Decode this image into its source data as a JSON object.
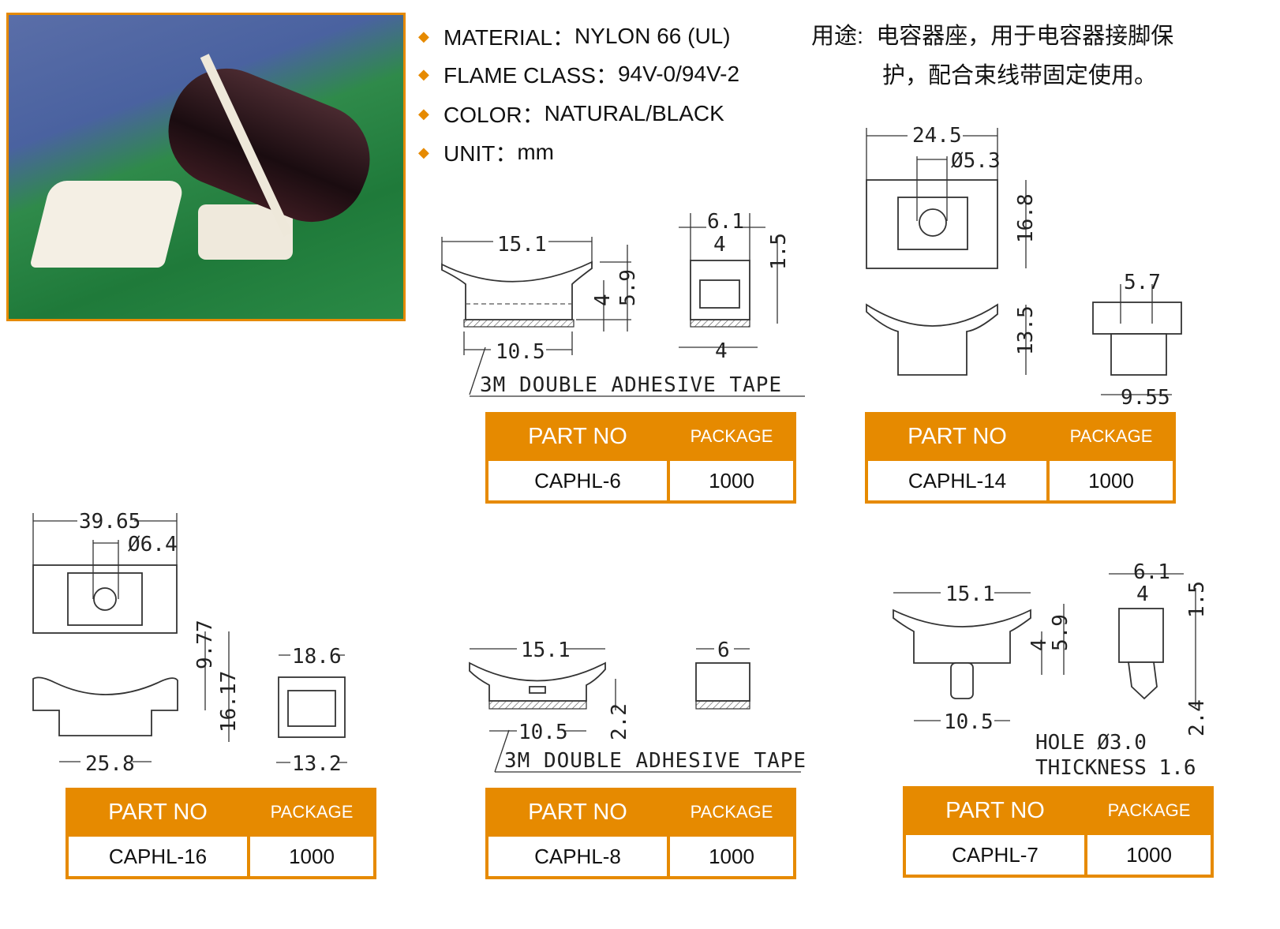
{
  "specs": [
    {
      "label": "MATERIAL：",
      "value": "NYLON 66 (UL)"
    },
    {
      "label": "FLAME CLASS：",
      "value": "94V-0/94V-2"
    },
    {
      "label": "COLOR：",
      "value": "NATURAL/BLACK"
    },
    {
      "label": "UNIT：",
      "value": "mm"
    }
  ],
  "usage": {
    "label": "用途:",
    "line1": "电容器座，用于电容器接脚保",
    "line2": "护，配合束线带固定使用。"
  },
  "table_headers": {
    "part_no": "PART NO",
    "package": "PACKAGE"
  },
  "colors": {
    "accent": "#e68a00"
  },
  "products": {
    "caphl6": {
      "part_no": "CAPHL-6",
      "package": "1000",
      "dims": {
        "width": "15.1",
        "base": "10.5",
        "h1": "4",
        "h2": "5.9",
        "side_w": "6.1",
        "side_inner": "4",
        "side_bottom": "4",
        "side_top": "1.5"
      },
      "note": "3M DOUBLE ADHESIVE TAPE"
    },
    "caphl14": {
      "part_no": "CAPHL-14",
      "package": "1000",
      "dims": {
        "width": "24.5",
        "hole": "Ø5.3",
        "depth": "16.8",
        "height": "13.5",
        "side_top": "5.7",
        "side_bottom": "9.55"
      }
    },
    "caphl16": {
      "part_no": "CAPHL-16",
      "package": "1000",
      "dims": {
        "width": "39.65",
        "hole": "Ø6.4",
        "h1": "9.77",
        "h2": "16.17",
        "base": "25.8",
        "side_top": "18.6",
        "side_bottom": "13.2"
      }
    },
    "caphl8": {
      "part_no": "CAPHL-8",
      "package": "1000",
      "dims": {
        "width": "15.1",
        "base": "10.5",
        "height": "2.2",
        "side": "6"
      },
      "note": "3M DOUBLE ADHESIVE TAPE"
    },
    "caphl7": {
      "part_no": "CAPHL-7",
      "package": "1000",
      "dims": {
        "width": "15.1",
        "base": "10.5",
        "h1": "4",
        "h2": "5.9",
        "side_w": "6.1",
        "side_inner": "4",
        "side_top": "1.5",
        "pin": "2.4"
      },
      "note1": "HOLE Ø3.0",
      "note2": "THICKNESS 1.6"
    }
  }
}
